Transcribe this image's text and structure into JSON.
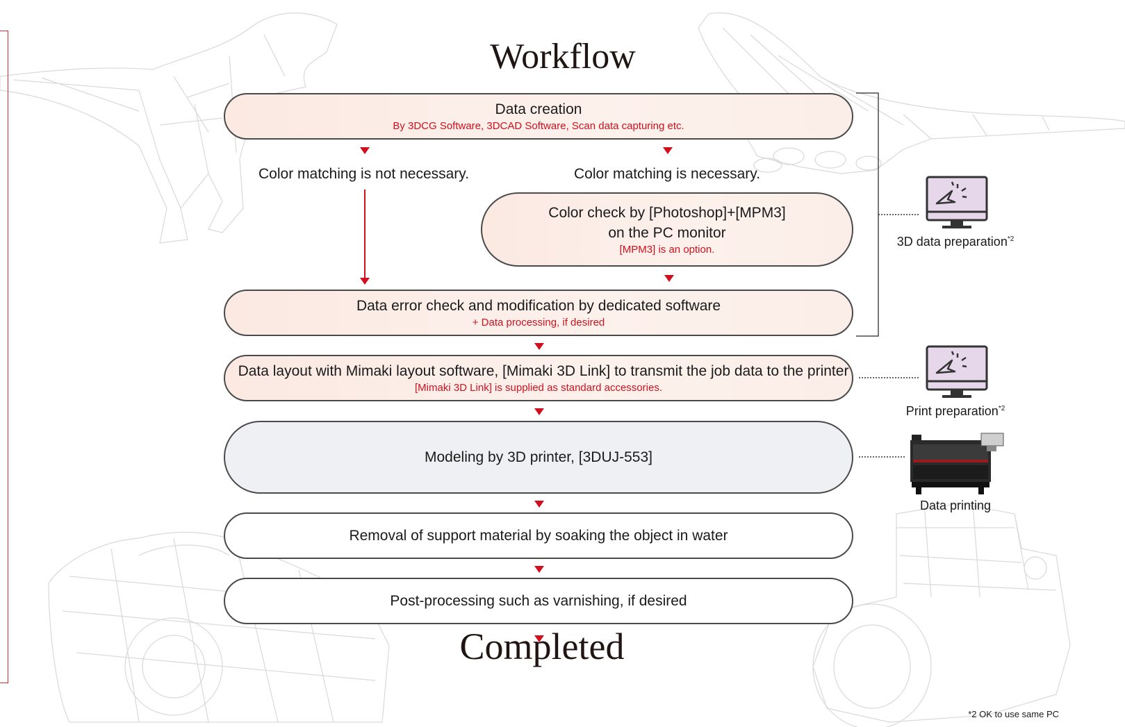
{
  "title": "Workflow",
  "completed": "Completed",
  "steps": {
    "data_creation": {
      "main": "Data creation",
      "sub": "By 3DCG Software, 3DCAD Software, Scan data capturing etc."
    },
    "branch_left": "Color matching is not necessary.",
    "branch_right": "Color matching is necessary.",
    "color_check": {
      "line1": "Color check by [Photoshop]+[MPM3]",
      "line2": "on the PC monitor",
      "sub": "[MPM3] is an option."
    },
    "error_check": {
      "main": "Data error check and modification by dedicated software",
      "sub": "+ Data processing, if desired"
    },
    "layout": {
      "main": "Data layout with Mimaki layout software, [Mimaki 3D Link] to transmit the job data to the printer",
      "sub": "[Mimaki 3D Link] is supplied as standard accessories."
    },
    "modeling": {
      "main": "Modeling by 3D printer, [3DUJ-553]"
    },
    "removal": {
      "main": "Removal of support material by soaking the object in water"
    },
    "post": {
      "main": "Post-processing such as varnishing, if desired"
    }
  },
  "side": {
    "data_prep": {
      "label": "3D data preparation",
      "note": "*2",
      "icon": "monitor-cursor-icon"
    },
    "print_prep": {
      "label": "Print preparation",
      "note": "*2",
      "icon": "monitor-cursor-icon"
    },
    "data_printing": {
      "label": "Data printing",
      "icon": "3d-printer-image"
    }
  },
  "footnote": "*2 OK to use same PC",
  "colors": {
    "accent_red": "#d0101e",
    "pink_fill": "#fbe9e2",
    "gray_fill": "#eef0f3",
    "border": "#4a4a4a",
    "monitor_screen": "#e7d7ea"
  }
}
